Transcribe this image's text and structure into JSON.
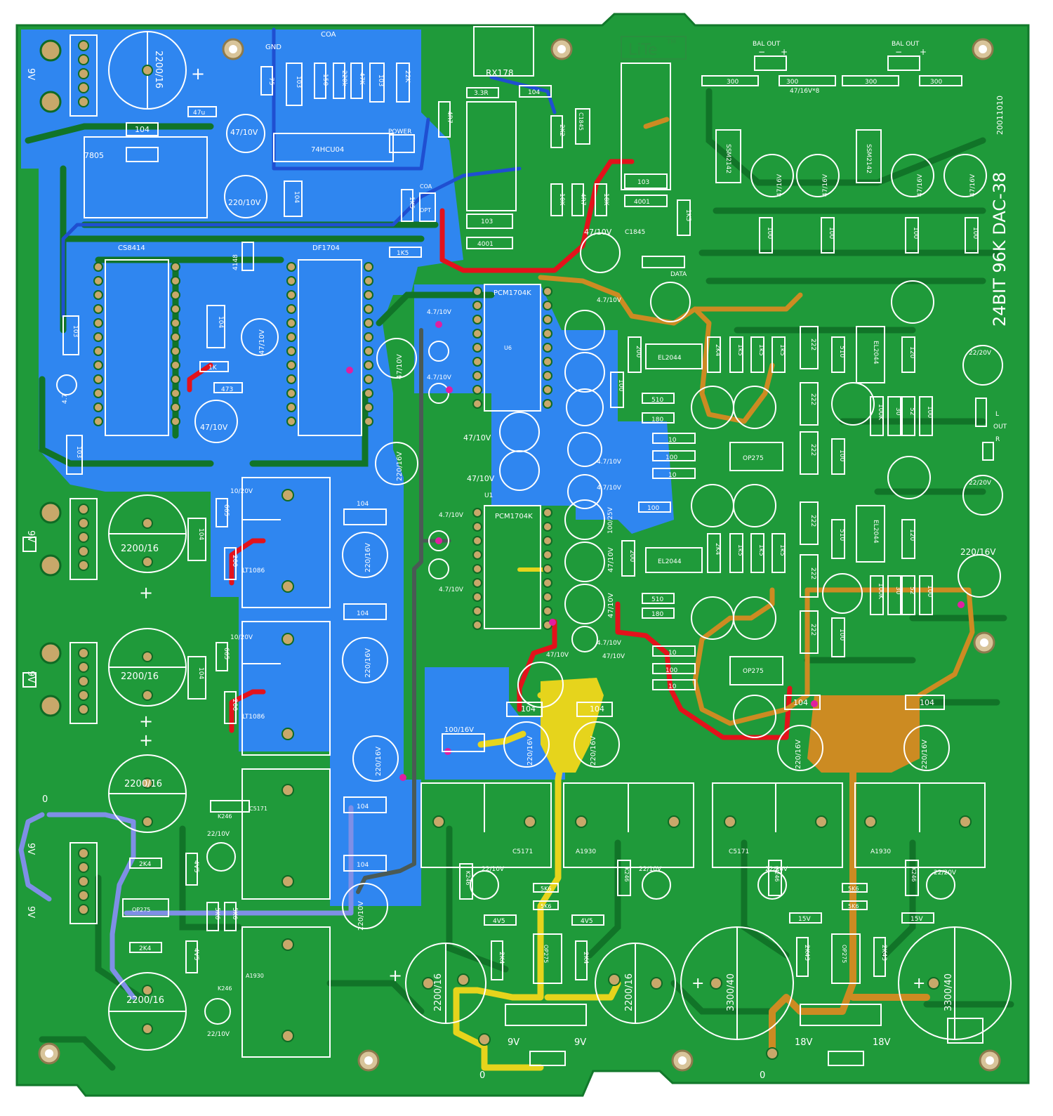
{
  "colors": {
    "board": "#1f9a3a",
    "board_dark": "#137a2a",
    "copper_pour": "#2f86f0",
    "trace_dark": "#117428",
    "silkscreen": "#ffffff",
    "pad": "#c8a86a",
    "trace_red": "#e3121b",
    "trace_yellow": "#e6d41c",
    "trace_orange": "#cc8b22",
    "trace_blue": "#1f4fd1",
    "trace_lavender": "#7f8fe6",
    "trace_gray": "#4a5a55",
    "via": "#e01fa0"
  },
  "board": {
    "title": "24BIT 96K DAC-38",
    "date": "20011010",
    "logo": "LiTe",
    "logo_tm": "TM"
  },
  "labels": {
    "gnd": "GND",
    "coa": "COA",
    "opt": "OPT",
    "rx178": "RX178",
    "power": "POWER",
    "data": "DATA",
    "bal_out": "BAL OUT",
    "minus": "−",
    "plus": "+",
    "l": "L",
    "out": "OUT",
    "r": "R",
    "zero": "0",
    "v9": "9V",
    "v18": "18V"
  },
  "ics": {
    "cs8414": "CS8414",
    "df1704": "DF1704",
    "hcu04": "74HCU04",
    "pcm1": "PCM1704K",
    "pcm2": "PCM1704K",
    "u6": "U6",
    "u1": "U1",
    "ssm1": "SSM2142",
    "ssm2": "SSM2142",
    "el1": "EL2044",
    "el2": "EL2044",
    "el3": "EL2044",
    "el4": "EL2044",
    "op1": "OP275",
    "op2": "OP275",
    "op3": "OP275",
    "op4": "OP275",
    "op5": "OP275",
    "lt1": "LT1086",
    "lt2": "LT1086",
    "reg7805": "7805",
    "c1845a": "C1845",
    "c1845b": "C1845",
    "k246": "K246",
    "c5171": "C5171",
    "a1930": "A1930"
  },
  "caps": {
    "c2200": "2200/16",
    "c3300": "3300/40",
    "c220_10": "220/10V",
    "c47_10": "47/10V",
    "c47_16": "47/16V",
    "c47_16x8": "47/16V*8",
    "c4710": "4.7/10V",
    "c220_16": "220/16V",
    "c22_20": "22/20V",
    "c22_10": "22/10V",
    "c10_20": "10/20V",
    "c100_16": "100/16V",
    "c100_25": "100/25V",
    "c47u": "47u"
  },
  "res": {
    "r104": "104",
    "r103": "103",
    "r75": "75",
    "r150": "150",
    "r220k": "220k",
    "r47k": "47K",
    "r22k": "22K",
    "r3r3": "3.3R",
    "r4r7": "4R7",
    "r4r7b": "4.7",
    "r2k2": "2K2",
    "r10k": "10K",
    "r18k": "18K",
    "r4001": "4001",
    "r1k5": "1K5",
    "r1k": "1K",
    "r4148": "4148",
    "r473": "473",
    "r300": "300",
    "r100": "100",
    "r200": "200",
    "r510": "510",
    "r180": "180",
    "r10": "10",
    "r2k4": "2K4",
    "r1k5b": "1k5",
    "r222": "222",
    "r120": "120",
    "r100k": "100K",
    "r30": "30",
    "r52": "52",
    "r665": "665",
    "r4v5": "4V5",
    "r5k6": "5K6",
    "r15v": "15V",
    "r2k43": "2K43",
    "r2k": "2K"
  }
}
